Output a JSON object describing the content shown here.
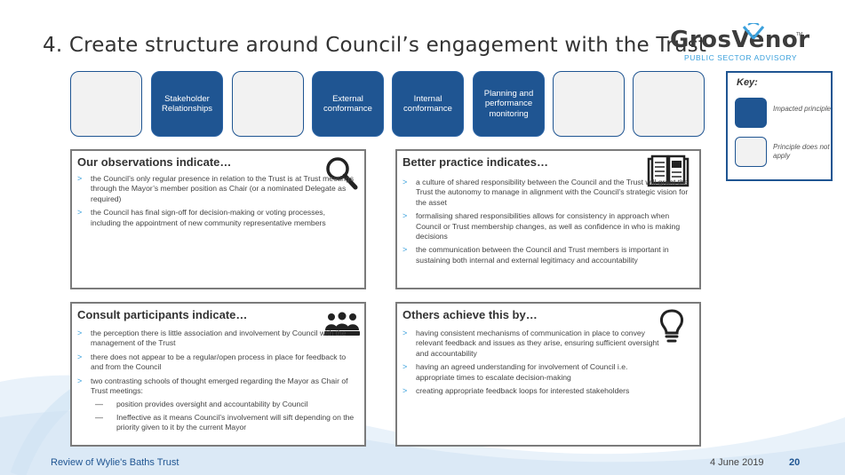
{
  "slide": {
    "title": "4. Create structure around Council’s engagement with the Trust"
  },
  "logo": {
    "name": "GrosVenor",
    "trademark": "TM",
    "tagline": "PUBLIC SECTOR ADVISORY"
  },
  "principles": [
    {
      "label": "",
      "state": "not-apply"
    },
    {
      "label": "Stakeholder Relationships",
      "state": "impacted"
    },
    {
      "label": "",
      "state": "not-apply"
    },
    {
      "label": "External conformance",
      "state": "impacted"
    },
    {
      "label": "Internal conformance",
      "state": "impacted"
    },
    {
      "label": "Planning and performance monitoring",
      "state": "impacted"
    },
    {
      "label": "",
      "state": "not-apply"
    },
    {
      "label": "",
      "state": "not-apply"
    }
  ],
  "key": {
    "title": "Key:",
    "impacted": "Impacted principle",
    "not_apply": "Principle does not apply"
  },
  "panels": {
    "observations": {
      "title": "Our observations indicate…",
      "icon": "magnifier-icon",
      "items": [
        "the Council’s only regular presence in relation to the Trust is at Trust meetings through the Mayor’s member position as Chair (or a nominated Delegate as required)",
        "the Council has final sign-off for decision-making or voting processes, including the appointment of new community representative members"
      ]
    },
    "better_practice": {
      "title": "Better practice indicates…",
      "icon": "book-icon",
      "items": [
        "a culture of shared responsibility between the Council and the Trust will grant the Trust the autonomy to manage in alignment with the Council’s strategic vision for the asset",
        "formalising shared responsibilities allows for consistency in approach when Council or Trust membership changes, as well as confidence in who is making decisions",
        "the communication between the Council and Trust members is important in sustaining both internal and external legitimacy and accountability"
      ]
    },
    "consult": {
      "title": "Consult participants indicate…",
      "icon": "people-group-icon",
      "items": [
        "the perception there is little association and involvement by Council with the management of the Trust",
        "there does not appear to be a regular/open process in place for feedback to and from the Council",
        "two contrasting schools of thought emerged regarding the Mayor as Chair of Trust meetings:"
      ],
      "sub_items": [
        "position provides oversight and accountability by Council",
        "Ineffective as it means Council’s involvement will sift depending on the priority given to it by the current Mayor"
      ]
    },
    "others": {
      "title": "Others achieve this by…",
      "icon": "lightbulb-icon",
      "items": [
        "having consistent mechanisms of communication in place to convey relevant feedback and issues as they arise, ensuring sufficient oversight and accountability",
        "having an agreed understanding for involvement of Council i.e. appropriate times to escalate decision-making",
        "creating appropriate feedback loops for interested stakeholders"
      ]
    }
  },
  "footer": {
    "report": "Review of Wylie's Baths Trust",
    "date": "4 June 2019",
    "page": "20"
  },
  "colors": {
    "brand_blue": "#1f5592",
    "accent_blue": "#3aa0dc",
    "empty_fill": "#f2f2f2"
  }
}
